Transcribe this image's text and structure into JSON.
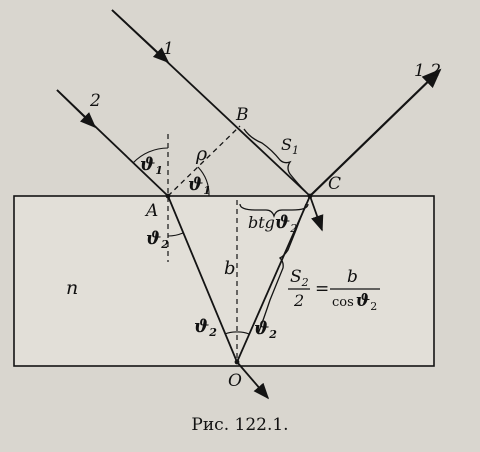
{
  "figure": {
    "caption": "Рис. 122.1.",
    "labels": {
      "ray1": "1",
      "ray2": "2",
      "out12": "1 2",
      "A": "A",
      "B": "B",
      "C": "C",
      "O": "O",
      "n": "n",
      "rho": "ρ",
      "s1": "S",
      "s1_sub": "1",
      "b": "b",
      "btg": "btg",
      "theta": "ϑ",
      "sub1": "1",
      "sub2": "2",
      "s2_num": "S",
      "s2_den": "2",
      "eq": "=",
      "cos": "cos"
    }
  },
  "colors": {
    "paper": "#d9d6cf",
    "ink": "#141414",
    "plate": "#e2dfd8"
  }
}
